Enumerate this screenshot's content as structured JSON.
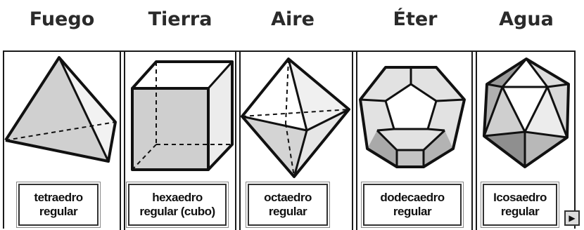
{
  "elements": [
    {
      "element": "Fuego",
      "name_line1": "tetraedro",
      "name_line2": "regular"
    },
    {
      "element": "Tierra",
      "name_line1": "hexaedro",
      "name_line2": "regular (cubo)"
    },
    {
      "element": "Aire",
      "name_line1": "octaedro",
      "name_line2": "regular"
    },
    {
      "element": "Éter",
      "name_line1": "dodecaedro",
      "name_line2": "regular"
    },
    {
      "element": "Agua",
      "name_line1": "Icosaedro",
      "name_line2": "regular"
    }
  ],
  "scroll_button": {
    "glyph": "▶"
  },
  "colors": {
    "face_light": "#e6e6e6",
    "face_mid": "#cfcfcf",
    "face_dark": "#9a9a9a",
    "stroke": "#111111"
  }
}
